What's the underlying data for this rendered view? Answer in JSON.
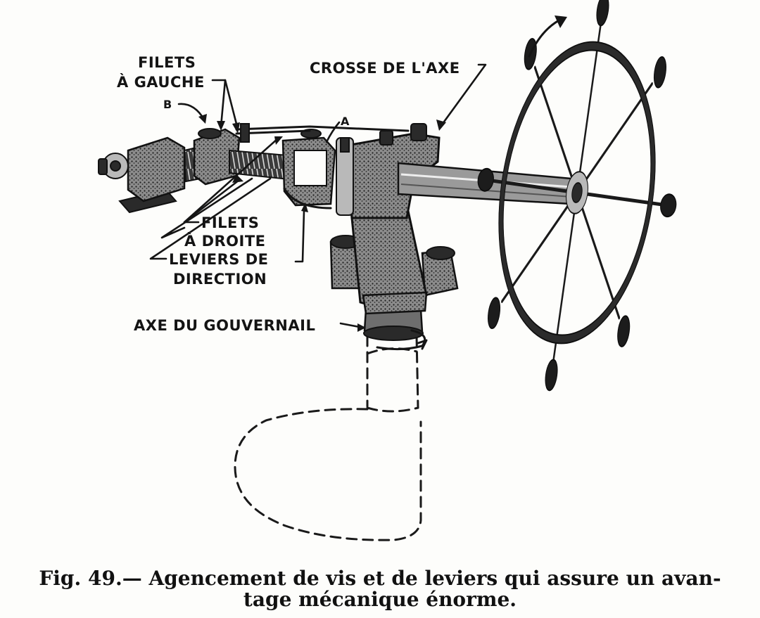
{
  "labels": {
    "filets_gauche_1": "FILETS",
    "filets_gauche_2": "À GAUCHE",
    "b": "B",
    "a": "A",
    "crosse": "CROSSE DE L'AXE",
    "filets_droite_1": "FILETS",
    "filets_droite_2": "À DROITE",
    "leviers_1": "LEVIERS DE",
    "leviers_2": "DIRECTION",
    "axe": "AXE DU GOUVERNAIL"
  },
  "caption": {
    "line1": "Fig. 49.— Agencement de vis et de leviers qui assure un avan-",
    "line2": "tage mécanique énorme."
  },
  "colors": {
    "ink": "#151515",
    "paper": "#fdfdfb"
  }
}
